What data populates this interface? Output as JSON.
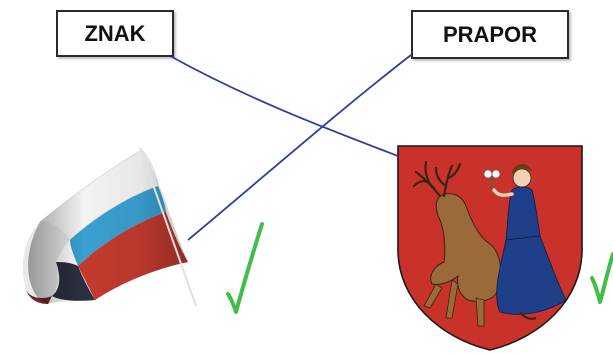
{
  "labels": {
    "znak": "ZNAK",
    "prapor": "PRAPOR"
  },
  "colors": {
    "line": "#2e3f9a",
    "check": "#3fbf4a",
    "shield_red": "#c8322a",
    "flag_white": "#f4f4f4",
    "flag_blue": "#2f8fc4",
    "flag_red": "#c03a2c",
    "dress_blue": "#1f3f88",
    "stag_brown": "#9a6a3a"
  },
  "icons": {
    "flag": "flag-illustration",
    "coat_of_arms": "coat-of-arms-illustration",
    "check_left": "green-checkmark",
    "check_right": "green-checkmark"
  }
}
